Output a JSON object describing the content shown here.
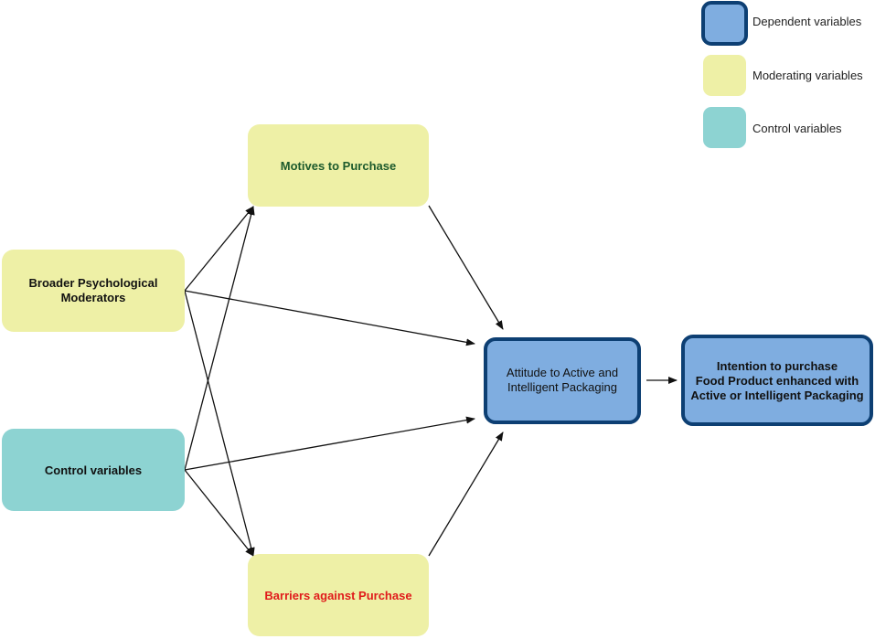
{
  "colors": {
    "dependent_fill": "#7fade0",
    "dependent_border": "#0d3f73",
    "moderating_fill": "#eef0a6",
    "control_fill": "#8dd3d2",
    "arrow": "#111111",
    "green_text": "#1d5a2c",
    "red_text": "#e01b1b",
    "dark_text": "#111111"
  },
  "legend": {
    "dependent": "Dependent variables",
    "moderating": "Moderating variables",
    "control": "Control variables"
  },
  "nodes": {
    "motives": {
      "line1": "Motives to Purchase"
    },
    "broader": {
      "line1": "Broader Psychological",
      "line2": "Moderators"
    },
    "control": {
      "line1": "Control variables"
    },
    "barriers": {
      "line1": "Barriers against Purchase"
    },
    "attitude": {
      "line1": "Attitude to Active and",
      "line2": "Intelligent Packaging"
    },
    "intention": {
      "line1": "Intention to purchase",
      "line2": "Food Product enhanced with",
      "line3": "Active or Intelligent Packaging"
    }
  }
}
